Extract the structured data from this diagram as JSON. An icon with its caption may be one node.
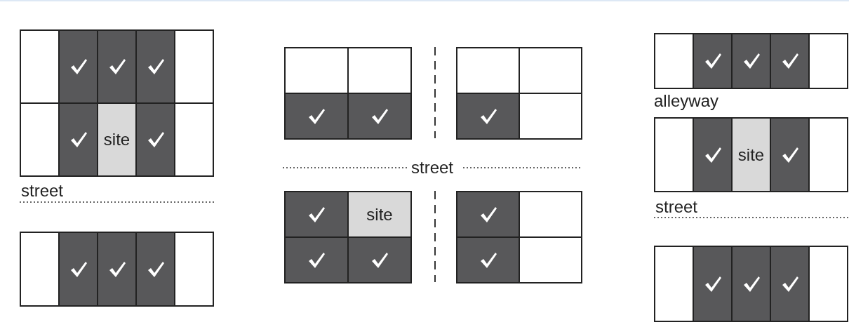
{
  "diagram": {
    "nodes": [
      {
        "text": [],
        "shape": "box"
      },
      {
        "text": [],
        "shape": "box"
      },
      {
        "text": [],
        "shape": "box"
      },
      {
        "text": [],
        "shape": "box"
      },
      {
        "text": [],
        "shape": "box"
      },
      {
        "text": [],
        "shape": "box"
      },
      {
        "text": [],
        "shape": "box"
      },
      {
        "text": [
          "site"
        ]
      },
      {
        "text": [],
        "shape": "box"
      },
      {
        "text": [],
        "shape": "box"
      },
      {
        "text": [],
        "shape": "box"
      },
      {
        "text": [],
        "shape": "box"
      },
      {
        "text": [],
        "shape": "box"
      },
      {
        "text": [],
        "shape": "box"
      },
      {
        "text": [],
        "shape": "box"
      },
      {
        "text": [],
        "shape": "box"
      },
      {
        "text": [],
        "shape": "box"
      },
      {
        "text": [],
        "shape": "box"
      },
      {
        "text": [],
        "shape": "box"
      },
      {
        "text": [],
        "shape": "box"
      },
      {
        "text": [],
        "shape": "box"
      },
      {
        "text": [],
        "shape": "box"
      },
      {
        "text": [],
        "shape": "box"
      },
      {
        "text": [],
        "shape": "box"
      },
      {
        "text": [
          "site"
        ]
      },
      {
        "text": [],
        "shape": "box"
      },
      {
        "text": [],
        "shape": "box"
      },
      {
        "text": [],
        "shape": "box"
      },
      {
        "text": [],
        "shape": "box"
      },
      {
        "text": [],
        "shape": "box"
      },
      {
        "text": [],
        "shape": "box"
      },
      {
        "text": [],
        "shape": "box"
      },
      {
        "text": [],
        "shape": "box"
      },
      {
        "text": [],
        "shape": "box"
      },
      {
        "text": [],
        "shape": "box"
      },
      {
        "text": [],
        "shape": "box"
      },
      {
        "text": [],
        "shape": "box"
      },
      {
        "text": [],
        "shape": "box"
      },
      {
        "text": [
          "site"
        ]
      },
      {
        "text": [],
        "shape": "box"
      },
      {
        "text": [],
        "shape": "box"
      },
      {
        "text": [],
        "shape": "box"
      },
      {
        "text": [],
        "shape": "box"
      },
      {
        "text": [],
        "shape": "box"
      },
      {
        "text": [],
        "shape": "box"
      },
      {
        "text": [],
        "shape": "box"
      }
    ],
    "labels": [
      "street",
      "street",
      "alleyway",
      "street"
    ]
  }
}
